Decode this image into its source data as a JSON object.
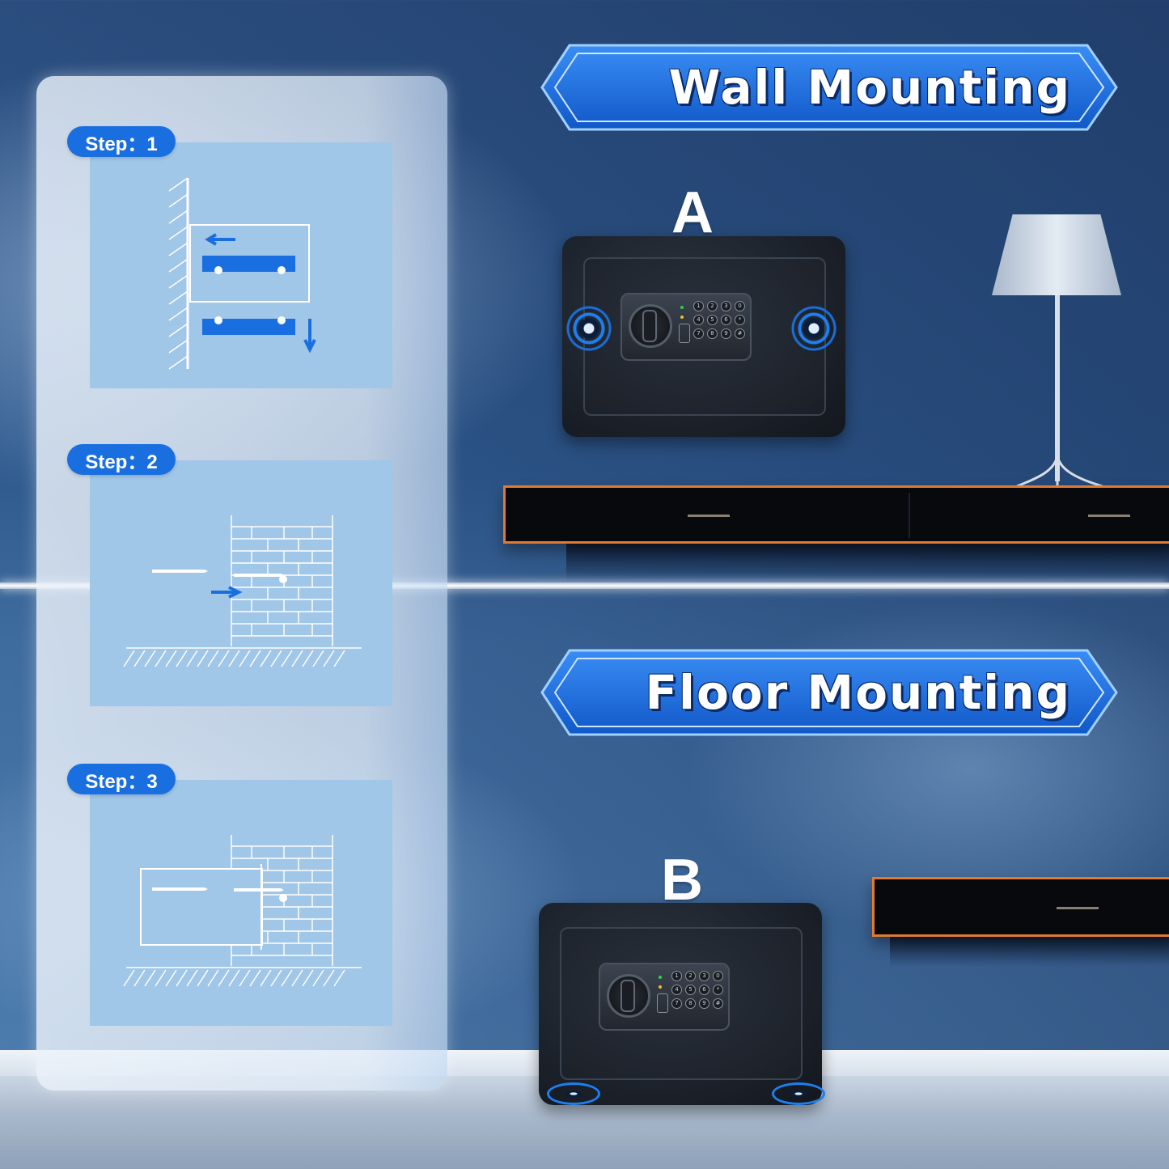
{
  "steps": [
    {
      "label": "Step：1"
    },
    {
      "label": "Step：2"
    },
    {
      "label": "Step：3"
    }
  ],
  "wall_section": {
    "title": "Wall Mounting",
    "safe_label": "A"
  },
  "floor_section": {
    "title": "Floor Mounting",
    "safe_label": "B"
  },
  "keypad_keys": [
    "1",
    "2",
    "3",
    "0",
    "4",
    "5",
    "6",
    "*",
    "7",
    "8",
    "9",
    "#"
  ],
  "colors": {
    "accent_blue": "#1a6fe0",
    "step_card": "#a0c6e8",
    "shelf_trim": "#e07a2e",
    "safe_body": "#1c222b"
  }
}
